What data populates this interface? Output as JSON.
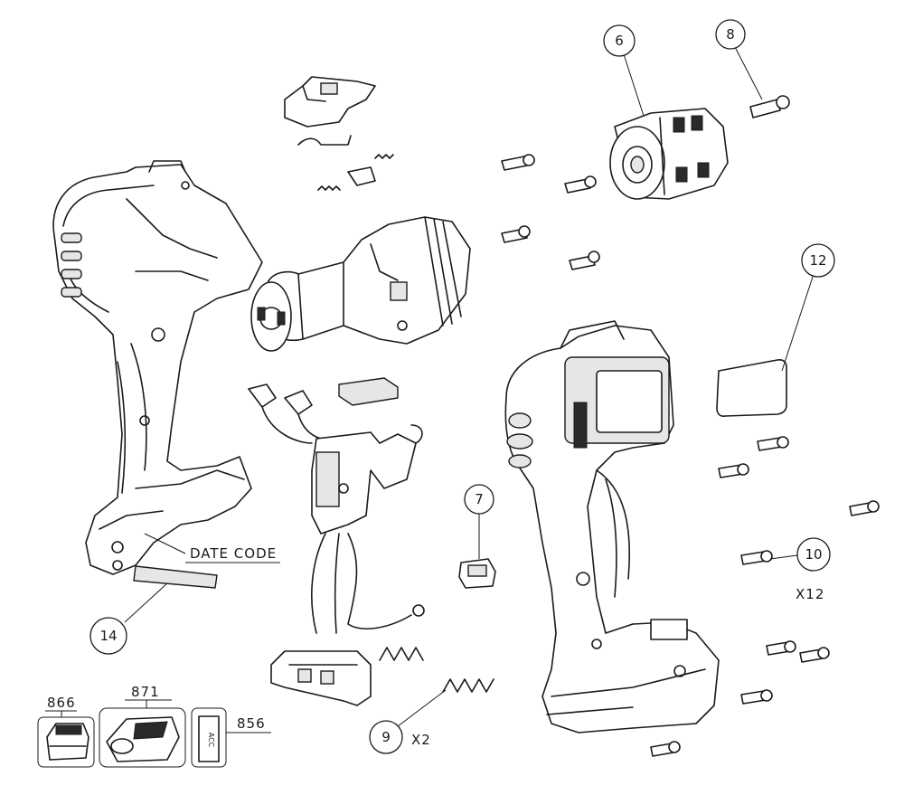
{
  "callouts": {
    "c6": "6",
    "c7": "7",
    "c8": "8",
    "c9": "9",
    "c10": "10",
    "c12": "12",
    "c14": "14"
  },
  "labels": {
    "date_code": "DATE CODE",
    "qty_9": "X2",
    "qty_10": "X12",
    "acc_866": "866",
    "acc_871": "871",
    "acc_856": "856"
  },
  "acc_box_text": "ACC"
}
